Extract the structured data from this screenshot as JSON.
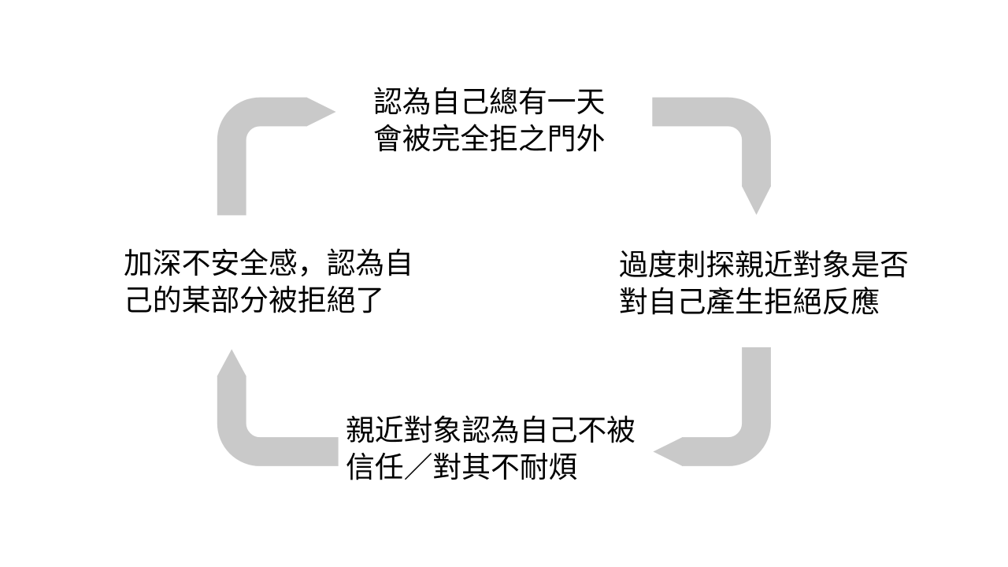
{
  "diagram": {
    "type": "cycle",
    "background_color": "#ffffff",
    "arrow_color": "#c9c9c9",
    "text_color": "#000000",
    "nodes": {
      "top": {
        "line1": "認為自己總有一天",
        "line2": "會被完全拒之門外"
      },
      "right": {
        "line1": "過度刺探親近對象是否",
        "line2": "對自己產生拒絕反應"
      },
      "bottom": {
        "line1": "親近對象認為自己不被",
        "line2": "信任／對其不耐煩"
      },
      "left": {
        "line1": "加深不安全感，認為自",
        "line2": "己的某部分被拒絕了"
      }
    },
    "arrows": [
      {
        "id": "left-to-top",
        "from": "left",
        "to": "top",
        "shape": "elbow-up-then-right, tip points right"
      },
      {
        "id": "top-to-right",
        "from": "top",
        "to": "right",
        "shape": "elbow-right-then-down, tip points down"
      },
      {
        "id": "right-to-bottom",
        "from": "right",
        "to": "bottom",
        "shape": "elbow-down-then-left, tip points left"
      },
      {
        "id": "bottom-to-left",
        "from": "bottom",
        "to": "left",
        "shape": "elbow-left-then-up, tip points up"
      }
    ],
    "flow": "clockwise"
  }
}
